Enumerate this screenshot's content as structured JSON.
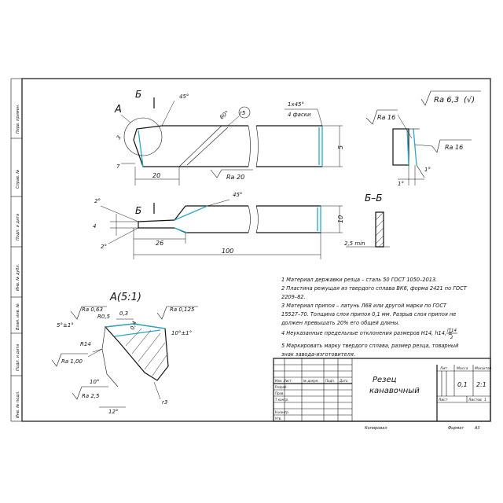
{
  "roughness": {
    "general": "Ra 6,3",
    "bracket": "(√)"
  },
  "section_labels": {
    "b_top": "Б",
    "b_bottom": "Б",
    "a_view": "А",
    "section_bb": "Б–Б",
    "detail_a": "А(5:1)"
  },
  "dims": {
    "angle45_top": "45°",
    "angle60": "60°",
    "radius_r5": "r5",
    "chamfer_1": "1х45°",
    "chamfer_2": "4 фаски",
    "d7": "7",
    "d20": "20",
    "d3": "3",
    "ra20": "Ra 20",
    "d5": "5",
    "angle45_bottom": "45°",
    "d2_top": "2°",
    "d4": "4",
    "d2_bottom": "2°",
    "d26": "26",
    "d100": "100",
    "d10": "10",
    "d25min": "2,5 min",
    "ra16_a": "Ra 16",
    "ra16_b": "Ra 16",
    "d1deg_a": "1°",
    "d1deg_b": "1°",
    "ra063": "Ra 0,63",
    "d5deg": "5°±1°",
    "r05": "R0,5",
    "d03": "0,3",
    "ra0125": "Ra 0,125",
    "d04": "0,4",
    "d10deg_pm": "10°±1°",
    "r14": "R14",
    "ra100": "Ra 1,00",
    "d10deg": "10°",
    "ra25": "Ra 2,5",
    "d12": "12°",
    "r3": "r3"
  },
  "notes": [
    "1 Материал державки резца – сталь 50 ГОСТ 1050–2013.",
    "2 Пластина режущая из твердого сплава ВК6, форма 2421 по ГОСТ",
    "2209–82.",
    "3 Материал припоя – латунь Л68 или другой марки по ГОСТ",
    "15527–70. Толщина слоя припоя 0,1 мм. Разрыв слоя припоя не",
    "должен превышать 20% его общей длины.",
    "4 Неуказанные предельные отклонения размеров H14, h14, ±",
    "5 Маркировать марку твердого сплава, размер резца, товарный",
    "знак завода-изготовителя."
  ],
  "note4_fraction": {
    "num": "IT14",
    "den": "2"
  },
  "title_block": {
    "name_line1": "Резец",
    "name_line2": "канавочный",
    "header_lit": "Лит.",
    "header_mass": "Масса",
    "header_scale": "Масштаб",
    "mass": "0,1",
    "scale": "2:1",
    "sheet": "Лист",
    "sheets": "Листов",
    "sheets_count": "1",
    "col_izm": "Изм. Лист",
    "col_doc": "№ докум.",
    "col_sign": "Подп.",
    "col_date": "Дата",
    "row_razrab": "Разраб.",
    "row_prov": "Пров.",
    "row_tkontr": "Т.контр.",
    "row_nkontr": "Н.контр.",
    "row_utv": "Утв.",
    "copied": "Копировал",
    "format": "Формат",
    "format_val": "А3"
  },
  "side_stamp": [
    "Перв. примен.",
    "Справ. №",
    "Подп. и дата",
    "Инв. № дубл.",
    "Взам. инв. №",
    "Подп. и дата",
    "Инв. № подл."
  ]
}
